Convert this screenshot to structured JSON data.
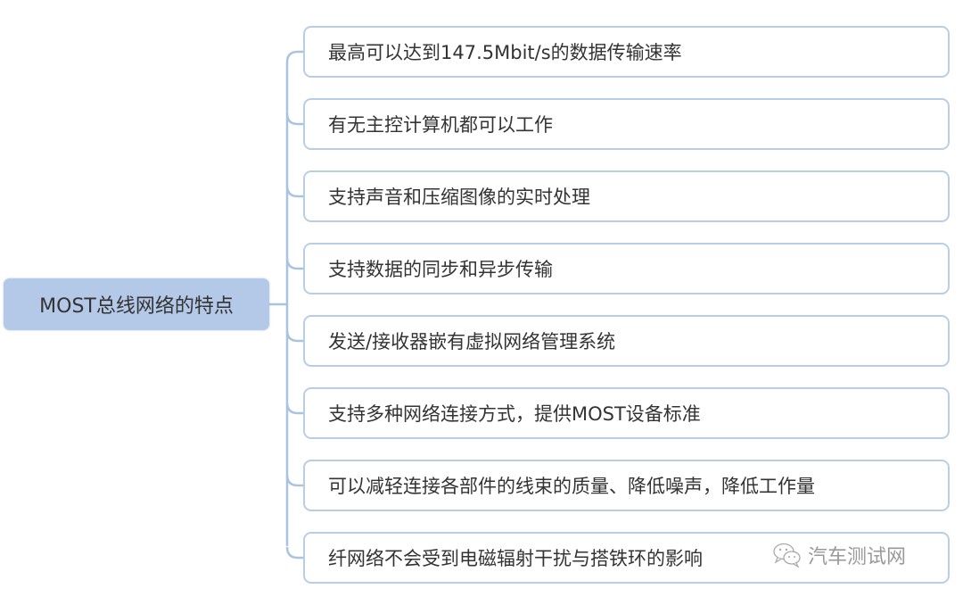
{
  "root": {
    "label": "MOST总线网络的特点"
  },
  "branches": [
    {
      "label": "最高可以达到147.5Mbit/s的数据传输速率"
    },
    {
      "label": "有无主控计算机都可以工作"
    },
    {
      "label": "支持声音和压缩图像的实时处理"
    },
    {
      "label": "支持数据的同步和异步传输"
    },
    {
      "label": "发送/接收器嵌有虚拟网络管理系统"
    },
    {
      "label": "支持多种网络连接方式，提供MOST设备标准"
    },
    {
      "label": "可以减轻连接各部件的线束的质量、降低噪声，降低工作量"
    },
    {
      "label": "纤网络不会受到电磁辐射干扰与搭铁环的影响"
    }
  ],
  "watermark": {
    "icon": "wechat-icon",
    "text": "汽车测试网"
  },
  "colors": {
    "root_fill": "#b4c8e8",
    "connector": "#a9c4e0",
    "box_border": "#b9cee6",
    "text": "#333333"
  }
}
